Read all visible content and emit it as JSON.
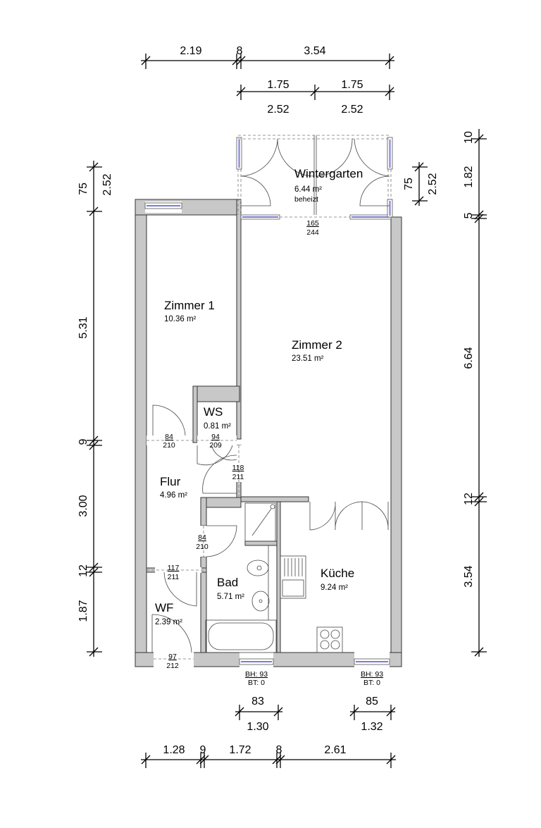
{
  "rooms": {
    "wintergarten": {
      "name": "Wintergarten",
      "area": "6.44 m²",
      "note": "beheizt"
    },
    "zimmer1": {
      "name": "Zimmer 1",
      "area": "10.36 m²"
    },
    "zimmer2": {
      "name": "Zimmer 2",
      "area": "23.51 m²"
    },
    "ws": {
      "name": "WS",
      "area": "0.81 m²"
    },
    "flur": {
      "name": "Flur",
      "area": "4.96 m²"
    },
    "bad": {
      "name": "Bad",
      "area": "5.71 m²"
    },
    "kueche": {
      "name": "Küche",
      "area": "9.24 m²"
    },
    "wf": {
      "name": "WF",
      "area": "2.39 m²"
    }
  },
  "openings": {
    "wg_door": {
      "w": "165",
      "h": "244"
    },
    "z1_door": {
      "w": "84",
      "h": "210"
    },
    "ws_door": {
      "w": "94",
      "h": "209"
    },
    "z2_door": {
      "w": "118",
      "h": "211"
    },
    "bad_door": {
      "w": "84",
      "h": "210"
    },
    "wf_door1": {
      "w": "117",
      "h": "211"
    },
    "wf_door2": {
      "w": "97",
      "h": "212"
    },
    "bad_window": {
      "bh": "BH: 93",
      "bt": "BT: 0"
    },
    "kueche_window": {
      "bh": "BH: 93",
      "bt": "BT: 0"
    }
  },
  "dimensions": {
    "top_chain": [
      "2.19",
      "8",
      "3.54"
    ],
    "wintergarten_top": {
      "upper": [
        "1.75",
        "1.75"
      ],
      "lower": [
        "2.52",
        "2.52"
      ]
    },
    "left_chain": {
      "window": {
        "upper": "75",
        "lower": "2.52"
      },
      "segments": [
        "5.31",
        "9",
        "3.00",
        "12",
        "1.87"
      ]
    },
    "right_chain": [
      "10",
      "1.82",
      "5",
      "6.64",
      "12",
      "3.54"
    ],
    "wintergarten_side": {
      "upper": "75",
      "lower": "2.52"
    },
    "bad_window": {
      "upper": "83",
      "lower": "1.30"
    },
    "kueche_window": {
      "upper": "85",
      "lower": "1.32"
    },
    "bottom_chain": [
      "1.28",
      "9",
      "1.72",
      "8",
      "2.61"
    ]
  }
}
